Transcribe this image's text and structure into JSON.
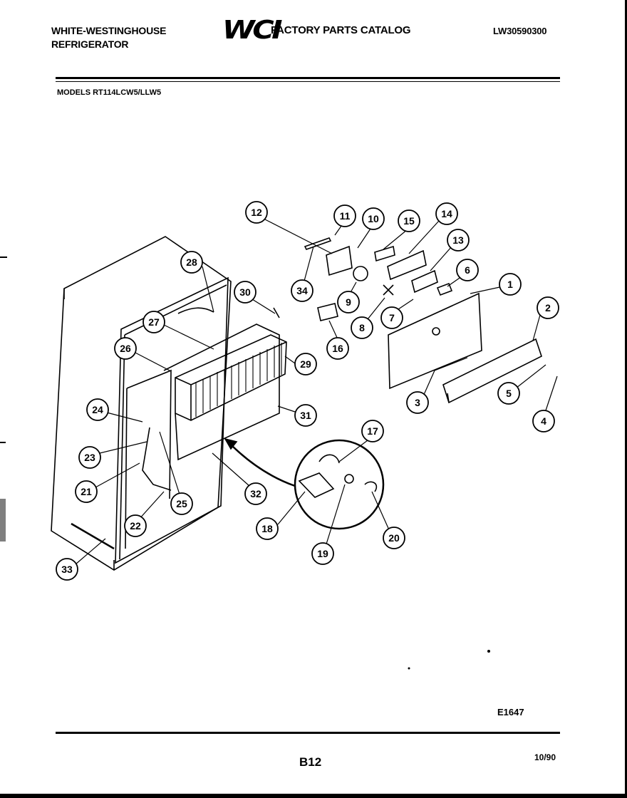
{
  "header": {
    "manufacturer_line1": "WHITE-WESTINGHOUSE",
    "manufacturer_line2": "REFRIGERATOR",
    "logo_text": "WCI",
    "catalog_title": "FACTORY PARTS CATALOG",
    "document_number": "LW30590300"
  },
  "models_line": "MODELS RT114LCW5/LLW5",
  "callouts": [
    "1",
    "2",
    "3",
    "4",
    "5",
    "6",
    "7",
    "8",
    "9",
    "10",
    "11",
    "12",
    "13",
    "14",
    "15",
    "16",
    "17",
    "18",
    "19",
    "20",
    "21",
    "22",
    "23",
    "24",
    "25",
    "26",
    "27",
    "28",
    "29",
    "30",
    "31",
    "32",
    "33",
    "34"
  ],
  "footer": {
    "figure_id": "E1647",
    "page_number": "B12",
    "date": "10/90"
  }
}
